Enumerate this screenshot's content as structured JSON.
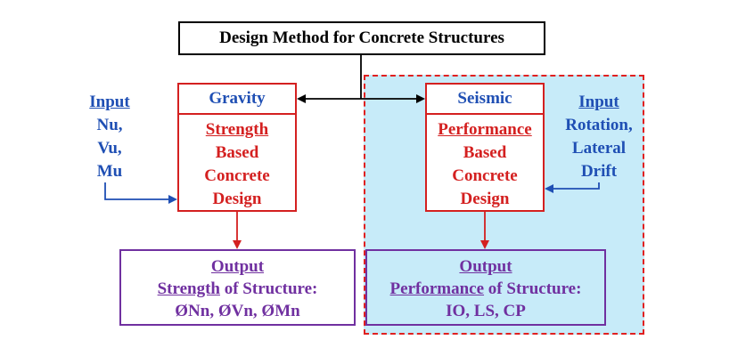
{
  "title": "Design Method for Concrete Structures",
  "gravity": {
    "header": "Gravity",
    "body": [
      "Strength",
      "Based",
      "Concrete",
      "Design"
    ]
  },
  "seismic": {
    "header": "Seismic",
    "body": [
      "Performance",
      "Based",
      "Concrete",
      "Design"
    ]
  },
  "input_left": {
    "heading": "Input",
    "lines": [
      "Nu,",
      "Vu,",
      "Mu"
    ]
  },
  "input_right": {
    "heading": "Input",
    "lines": [
      "Rotation,",
      "Lateral",
      "Drift"
    ]
  },
  "output_left": {
    "heading": "Output",
    "line1_key": "Strength",
    "line1_rest": " of Structure:",
    "line2": "ØNn, ØVn, ØMn"
  },
  "output_right": {
    "heading": "Output",
    "line1_key": "Performance",
    "line1_rest": " of Structure:",
    "line2": "IO, LS, CP"
  },
  "colors": {
    "method_red": "#d42020",
    "output_purple": "#7030a0",
    "input_blue": "#1f4fb4",
    "seismic_region_fill": "#c7ebf9"
  }
}
